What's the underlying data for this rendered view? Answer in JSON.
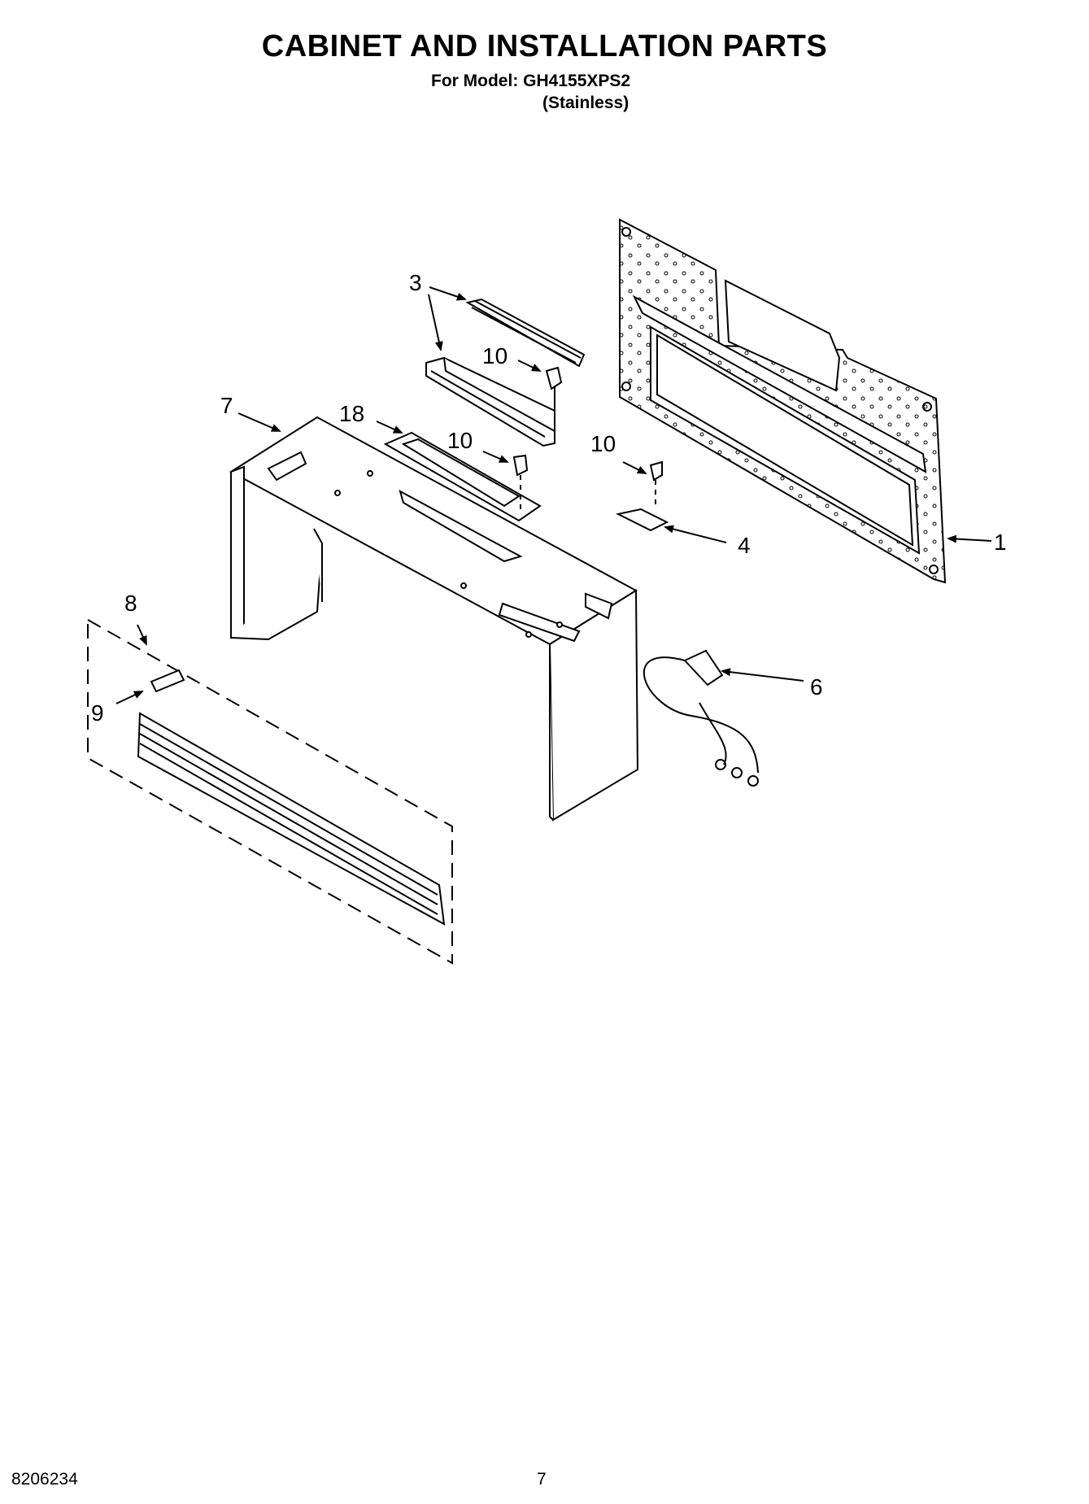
{
  "header": {
    "title": "CABINET AND INSTALLATION PARTS",
    "model_line": "For Model: GH4155XPS2",
    "variant": "(Stainless)"
  },
  "callouts": [
    "1",
    "3",
    "4",
    "6",
    "7",
    "8",
    "9",
    "10",
    "10",
    "10",
    "18"
  ],
  "footer": {
    "doc_number": "8206234",
    "page_number": "7"
  }
}
